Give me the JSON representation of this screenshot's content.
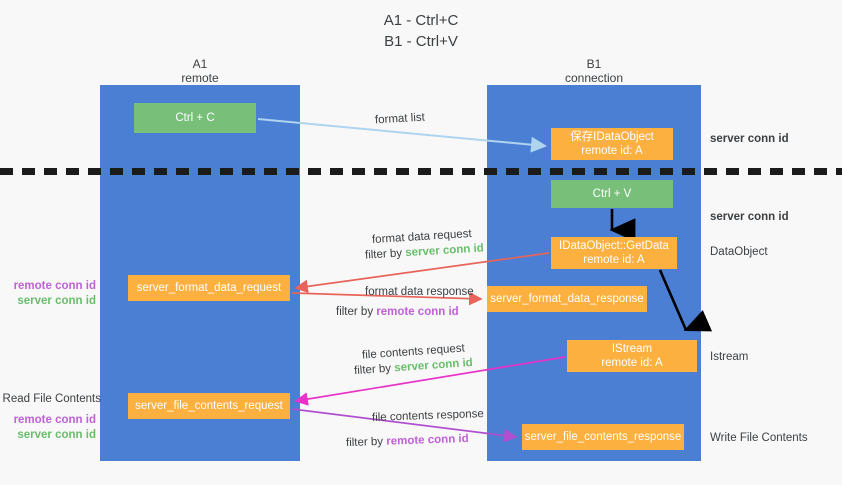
{
  "title": "A1 - Ctrl+C\nB1 - Ctrl+V",
  "columns": {
    "left": {
      "name": "A1",
      "subtitle": "remote",
      "header": "A1\nremote"
    },
    "right": {
      "name": "B1",
      "subtitle": "connection",
      "header": "B1\nconnection"
    }
  },
  "nodes": {
    "ctrl_c": {
      "label": "Ctrl + C",
      "color": "#78c07a"
    },
    "save_dataobject": {
      "label": "保存IDataObject\nremote id: A",
      "color": "#fbb040"
    },
    "ctrl_v": {
      "label": "Ctrl + V",
      "color": "#78c07a"
    },
    "getdata": {
      "label": "IDataObject::GetData\nremote id: A",
      "color": "#fbb040"
    },
    "server_format_data_request": {
      "label": "server_format_data_request",
      "color": "#fbb040"
    },
    "server_format_data_response": {
      "label": "server_format_data_response",
      "color": "#fbb040"
    },
    "istream": {
      "label": "IStream\nremote id: A",
      "color": "#fbb040"
    },
    "server_file_contents_request": {
      "label": "server_file_contents_request",
      "color": "#fbb040"
    },
    "server_file_contents_response": {
      "label": "server_file_contents_response",
      "color": "#fbb040"
    }
  },
  "annotations": {
    "format_list": "format list",
    "format_data_request": "format data request",
    "filter_by": "filter by ",
    "server_conn_id": "server conn id",
    "remote_conn_id": "remote conn id",
    "format_data_response": "format data response",
    "file_contents_request": "file contents request",
    "file_contents_response": "file contents response"
  },
  "side_labels": {
    "server_conn_id_top": "server conn id",
    "server_conn_id_mid": "server conn id",
    "dataobject": "DataObject",
    "istream": "Istream",
    "write_file_contents": "Write File Contents",
    "read_file_contents": "Read File Contents",
    "remote_conn_id": "remote conn id",
    "server_conn_id": "server conn id"
  },
  "colors": {
    "lane": "#4a7fd4",
    "green_node": "#78c07a",
    "orange_node": "#fbb040",
    "green_text": "#69bd6b",
    "purple_text": "#c061d6",
    "arrow_light_blue": "#aed4f0",
    "arrow_red": "#e8645a",
    "arrow_magenta": "#e832c8",
    "arrow_purple": "#b04fd0",
    "arrow_black": "#000000",
    "background": "#f8f8f8",
    "text": "#3c4043"
  }
}
